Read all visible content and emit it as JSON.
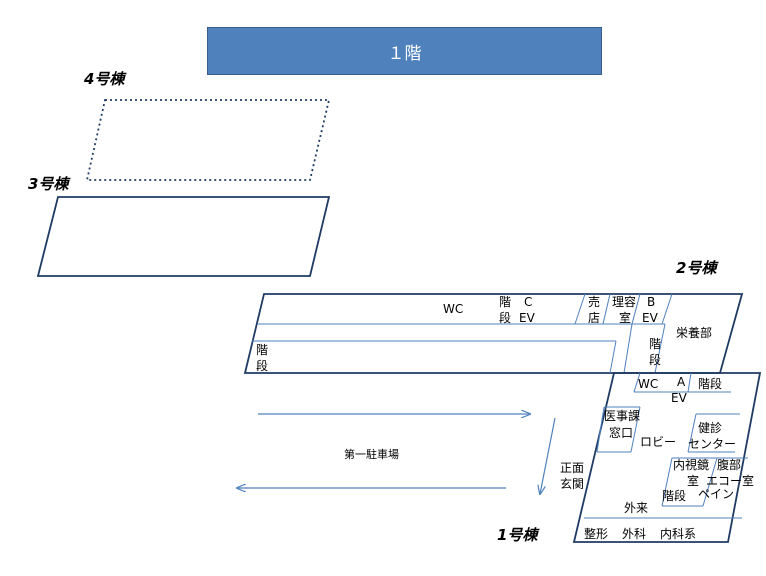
{
  "floor": {
    "label": "１階"
  },
  "buildings": {
    "b4": "4号棟",
    "b3": "3号棟",
    "b2": "2号棟",
    "b1": "1号棟"
  },
  "rooms": {
    "wc_top": "WC",
    "stairs_c": [
      "階",
      "段"
    ],
    "c_ev": [
      "C",
      "EV"
    ],
    "shop": [
      "売",
      "店"
    ],
    "barber": [
      "理容",
      "室"
    ],
    "b_ev": [
      "B",
      "EV"
    ],
    "nutrition": "栄養部",
    "stairs_2": [
      "階",
      "段"
    ],
    "stairs_left": [
      "階",
      "段"
    ],
    "wc_a": "WC",
    "a_ev": [
      "A",
      "EV"
    ],
    "stairs_a": "階段",
    "medical_affairs": [
      "医事課",
      "窓口"
    ],
    "lobby": "ロビー",
    "health_center": [
      "健診",
      "センター"
    ],
    "endoscopy": [
      "内視鏡",
      "室"
    ],
    "abdominal_echo": [
      "腹部",
      "エコー室"
    ],
    "pain": "ペイン",
    "stairs_b": "階段",
    "main_entrance": [
      "正面",
      "玄関"
    ],
    "outpatient": "外来",
    "orthopedics": "整形",
    "surgery": "外科",
    "internal_medicine": "内科系"
  },
  "parking": {
    "label": "第一駐車場"
  }
}
